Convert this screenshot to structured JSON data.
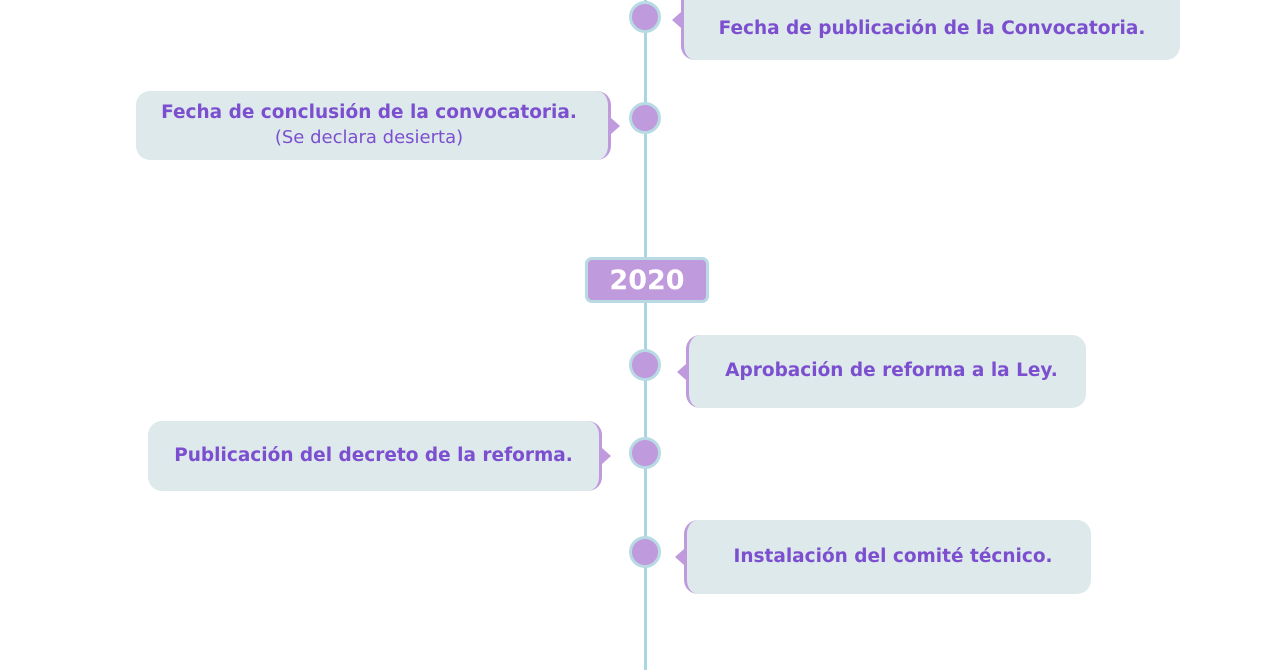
{
  "timeline": {
    "year_label": "2020",
    "events": [
      {
        "title": "Fecha de publicación de la Convocatoria.",
        "subtitle": ""
      },
      {
        "title": "Fecha de conclusión de la convocatoria.",
        "subtitle": "(Se declara desierta)"
      },
      {
        "title": "Aprobación de reforma a la Ley.",
        "subtitle": ""
      },
      {
        "title": "Publicación del decreto de la reforma.",
        "subtitle": ""
      },
      {
        "title": "Instalación del comité técnico.",
        "subtitle": ""
      }
    ]
  },
  "colors": {
    "accent_purple": "#bf9add",
    "text_purple": "#7b4fcf",
    "line_blue": "#a9d6e0",
    "card_bg": "#dde9ea"
  }
}
